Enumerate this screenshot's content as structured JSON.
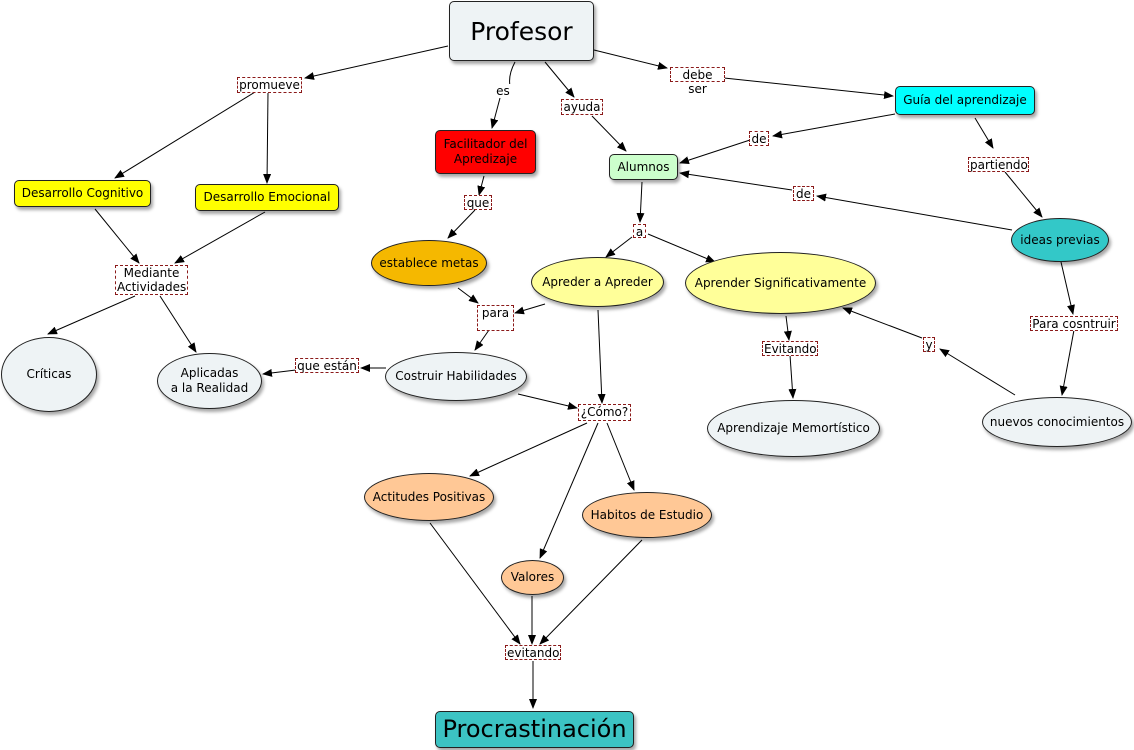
{
  "concepts": {
    "profesor": "Profesor",
    "guia": "Guía del aprendizaje",
    "facilitador": "Facilitador del\nApredizaje",
    "alumnos": "Alumnos",
    "des_cognitivo": "Desarrollo Cognitivo",
    "des_emocional": "Desarrollo Emocional",
    "ideas_previas": "ideas previas",
    "establece_metas": "establece metas",
    "apreder": "Apreder a Apreder",
    "aprender_sig": "Aprender Significativamente",
    "criticas": "Críticas",
    "aplicadas": "Aplicadas\na la Realidad",
    "costruir": "Costruir Habilidades",
    "memoristico": "Aprendizaje Memortístico",
    "nuevos": "nuevos conocimientos",
    "actitudes": "Actitudes Positivas",
    "habitos": "Habitos de Estudio",
    "valores": "Valores",
    "procrastinacion": "Procrastinación"
  },
  "links": {
    "promueve": "promueve",
    "es": "es",
    "ayuda": "ayuda",
    "debe_ser": "debe ser",
    "de1": "de",
    "de2": "de",
    "partiendo": "partiendo",
    "que": "que",
    "a": "a",
    "mediante": "Mediante\nActividades",
    "para": "para",
    "que_estan": "que están",
    "como": "¿Cómo?",
    "evitando_upper": "Evitando",
    "y": "y",
    "para_cosntruir": "Para cosntruir",
    "evitando_lower": "evitando"
  },
  "colors": {
    "yellow": "#ffff00",
    "red": "#ff0000",
    "cyan": "#00ffff",
    "green": "#ccffcc",
    "orange": "#f5b800",
    "light_yellow": "#ffff99",
    "pale": "#eef3f5",
    "peach": "#ffc896",
    "teal": "#33c8c8",
    "teal_dark": "#3cc3c3"
  }
}
